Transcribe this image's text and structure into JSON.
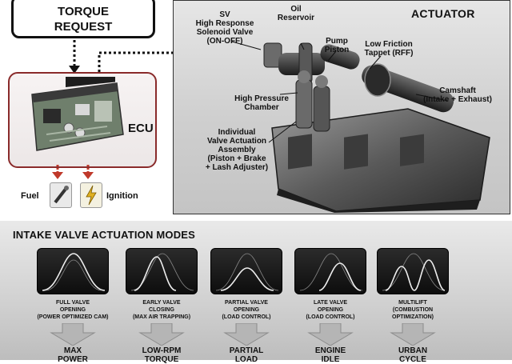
{
  "torque_request": {
    "line1": "TORQUE",
    "line2": "REQUEST"
  },
  "ecu": {
    "label": "ECU"
  },
  "outputs": {
    "fuel": "Fuel",
    "ignition": "Ignition"
  },
  "actuator": {
    "title": "ACTUATOR",
    "sv": [
      "SV",
      "High Response",
      "Solenoid Valve",
      "(ON-OFF)"
    ],
    "oil": [
      "Oil",
      "Reservoir"
    ],
    "pump": [
      "Pump",
      "Piston"
    ],
    "tappet": [
      "Low Friction",
      "Tappet (RFF)"
    ],
    "chamber": [
      "High Pressure",
      "Chamber"
    ],
    "camshaft": [
      "Camshaft",
      "(Intake + Exhaust)"
    ],
    "assembly": [
      "Individual",
      "Valve Actuation",
      "Assembly",
      "(Piston + Brake",
      "+ Lash Adjuster)"
    ]
  },
  "modes": {
    "title": "INTAKE VALVE ACTUATION MODES",
    "items": [
      {
        "label": "FULL VALVE\nOPENING\n(POWER OPTIMIZED CAM)",
        "result": "MAX\nPOWER"
      },
      {
        "label": "EARLY VALVE\nCLOSING\n(MAX AIR TRAPPING)",
        "result": "LOW-RPM\nTORQUE"
      },
      {
        "label": "PARTIAL VALVE\nOPENING\n(LOAD CONTROL)",
        "result": "PARTIAL\nLOAD"
      },
      {
        "label": "LATE VALVE\nOPENING\n(LOAD CONTROL)",
        "result": "ENGINE\nIDLE"
      },
      {
        "label": "MULTILIFT\n(COMBUSTION\nOPTIMIZATION)",
        "result": "URBAN\nCYCLE"
      }
    ]
  },
  "colors": {
    "ecu_border": "#8a2b2b",
    "output_arrow": "#c0392b"
  }
}
